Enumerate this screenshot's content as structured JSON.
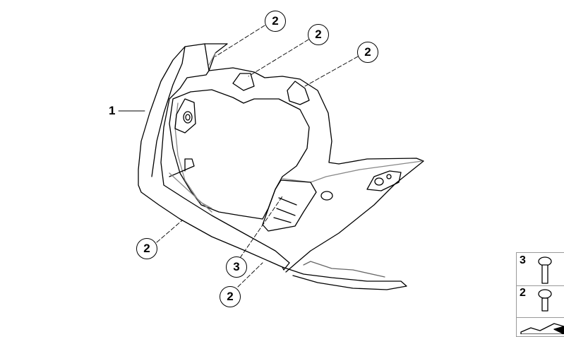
{
  "diagram": {
    "part_labels": {
      "main_part": "1",
      "callouts": [
        "2",
        "2",
        "2",
        "2",
        "2",
        "3"
      ]
    },
    "legend": {
      "rows": [
        {
          "number": "3",
          "icon": "screw-long-icon"
        },
        {
          "number": "2",
          "icon": "screw-short-icon"
        },
        {
          "number": "",
          "icon": "clip-icon"
        }
      ]
    }
  }
}
